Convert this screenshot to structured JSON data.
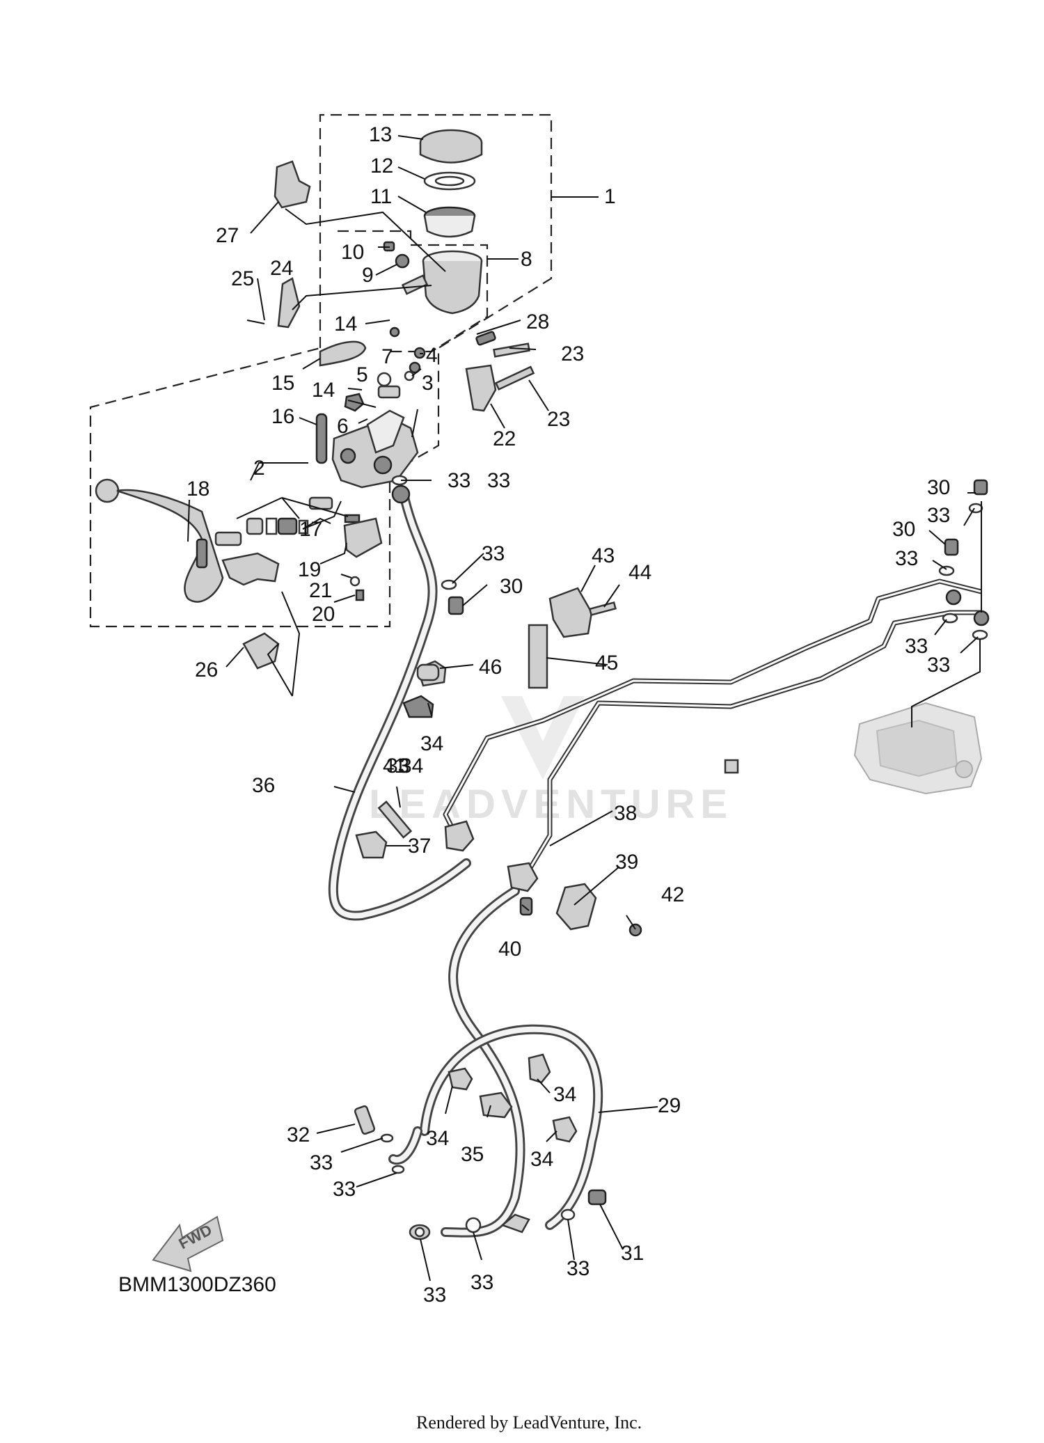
{
  "diagram_code": "BMM1300DZ360",
  "credit": "Rendered by LeadVenture, Inc.",
  "watermark": "LEADVENTURE",
  "fwd_label": "FWD",
  "callouts": [
    "1",
    "2",
    "3",
    "4",
    "5",
    "6",
    "7",
    "8",
    "9",
    "10",
    "11",
    "12",
    "13",
    "14",
    "14",
    "15",
    "16",
    "17",
    "18",
    "19",
    "20",
    "21",
    "22",
    "23",
    "23",
    "24",
    "25",
    "26",
    "27",
    "28",
    "29",
    "30",
    "30",
    "30",
    "31",
    "32",
    "33",
    "33",
    "33",
    "33",
    "33",
    "33",
    "33",
    "33",
    "33",
    "33",
    "33",
    "33",
    "33",
    "34",
    "34",
    "34",
    "34",
    "34",
    "35",
    "36",
    "37",
    "38",
    "39",
    "40",
    "41",
    "42",
    "43",
    "44",
    "45",
    "46"
  ]
}
